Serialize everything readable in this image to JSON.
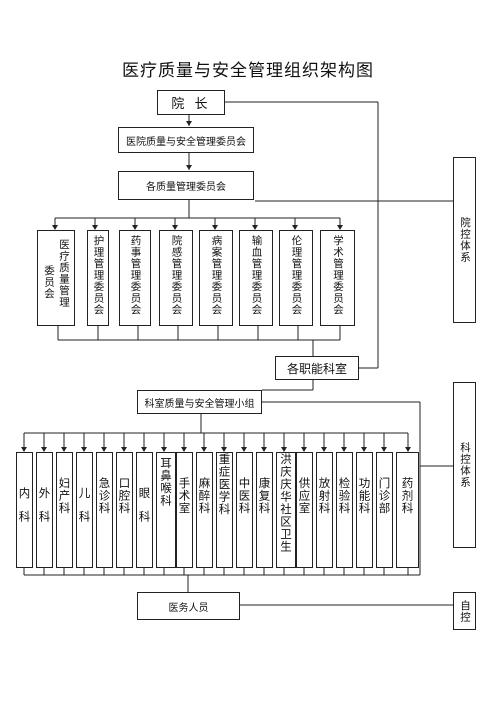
{
  "title": "医疗质量与安全管理组织架构图",
  "president": "院 长",
  "hospital_committee": "医院质量与安全管理委员会",
  "quality_committees": "各质量管理委员会",
  "committees": [
    "医疗质量管理委员会",
    "护理管理委员会",
    "药事管理委员会",
    "院感管理委员会",
    "病案管理委员会",
    "输血管理委员会",
    "伦理管理委员会",
    "学术管理委员会"
  ],
  "functional_depts": "各职能科室",
  "dept_group": "科室质量与安全管理小组",
  "departments": [
    "内科",
    "外科",
    "妇产科",
    "儿科",
    "急诊科",
    "口腔科",
    "眼科",
    "耳鼻喉科",
    "手术室",
    "麻醉科",
    "重症医学科",
    "中医科",
    "康复科",
    "洪庆庆华社区卫生",
    "供应室",
    "放射科",
    "检验科",
    "功能科",
    "门诊部",
    "药剂科"
  ],
  "medical_staff": "医务人员",
  "side_labels": {
    "hospital_control": "院控体系",
    "dept_control": "科控体系",
    "self_control": "自控"
  }
}
